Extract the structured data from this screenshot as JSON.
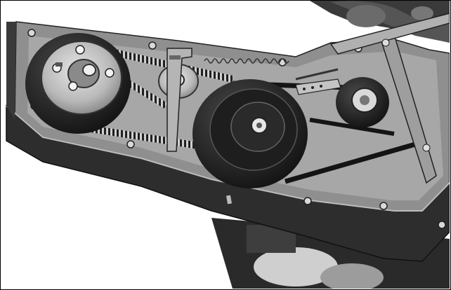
{
  "figure": {
    "kind": "technical-illustration",
    "subject": "belt-drive-pulley-assembly",
    "style": "grayscale-render",
    "colors": {
      "background": "#ffffff",
      "border": "#000000",
      "housing-top": "#8a8a8a",
      "housing-front": "#2c2c2c",
      "pulley-dark": "#1c1c1c",
      "pulley-light": "#c9c9c9",
      "belt": "#141414",
      "bracket": "#9a9a9a"
    }
  }
}
